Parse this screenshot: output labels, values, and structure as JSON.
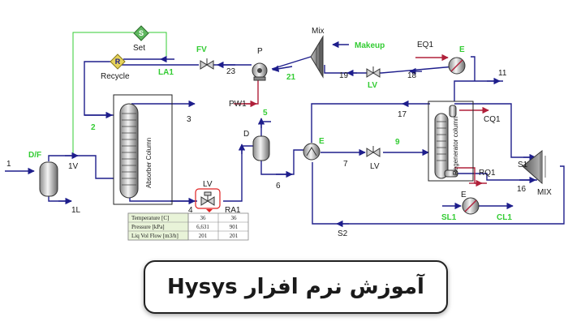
{
  "diagram": {
    "stream_labels": {
      "s1": "1",
      "s1v": "1V",
      "s1l": "1L",
      "df": "D/F",
      "s2": "2",
      "s3": "3",
      "s4": "4",
      "s5": "5",
      "s6": "6",
      "s7": "7",
      "s9": "9",
      "s11": "11",
      "s16": "16",
      "s17": "17",
      "s18": "18",
      "s19": "19",
      "s21": "21",
      "s23": "23",
      "set": "Set",
      "recycle": "Recycle",
      "la1": "LA1",
      "fv": "FV",
      "p": "P",
      "pw1": "PW1",
      "mix_top": "Mix",
      "makeup": "Makeup",
      "eq1": "EQ1",
      "e_top": "E",
      "lv_top": "LV",
      "lv_mid": "LV",
      "lv_valve": "LV",
      "ra1": "RA1",
      "d": "D",
      "e_mid": "E",
      "cq1": "CQ1",
      "rq1": "RQ1",
      "s1_right": "S1",
      "mix_right": "MIX",
      "e_bottom": "E",
      "sl1": "SL1",
      "cl1": "CL1",
      "s2_bottom": "S2",
      "absorber": "Absorber Column",
      "regenerator": "Regenerator column",
      "set_icon_letter": "S",
      "recycle_icon_letter": "R"
    },
    "table": {
      "rows": [
        {
          "label": "Temperature [C]",
          "v1": "36",
          "v2": "36"
        },
        {
          "label": "Pressure [kPa]",
          "v1": "6,631",
          "v2": "901"
        },
        {
          "label": "Liq Vol Flow [m3/h]",
          "v1": "201",
          "v2": "201"
        }
      ]
    }
  },
  "banner": {
    "title": "آموزش نرم افزار Hysys"
  },
  "colors": {
    "stream": "#1e1e8c",
    "energy": "#b0203a",
    "signal": "#33cc33",
    "label_green": "#33cc33",
    "valve_highlight": "#e02020"
  }
}
